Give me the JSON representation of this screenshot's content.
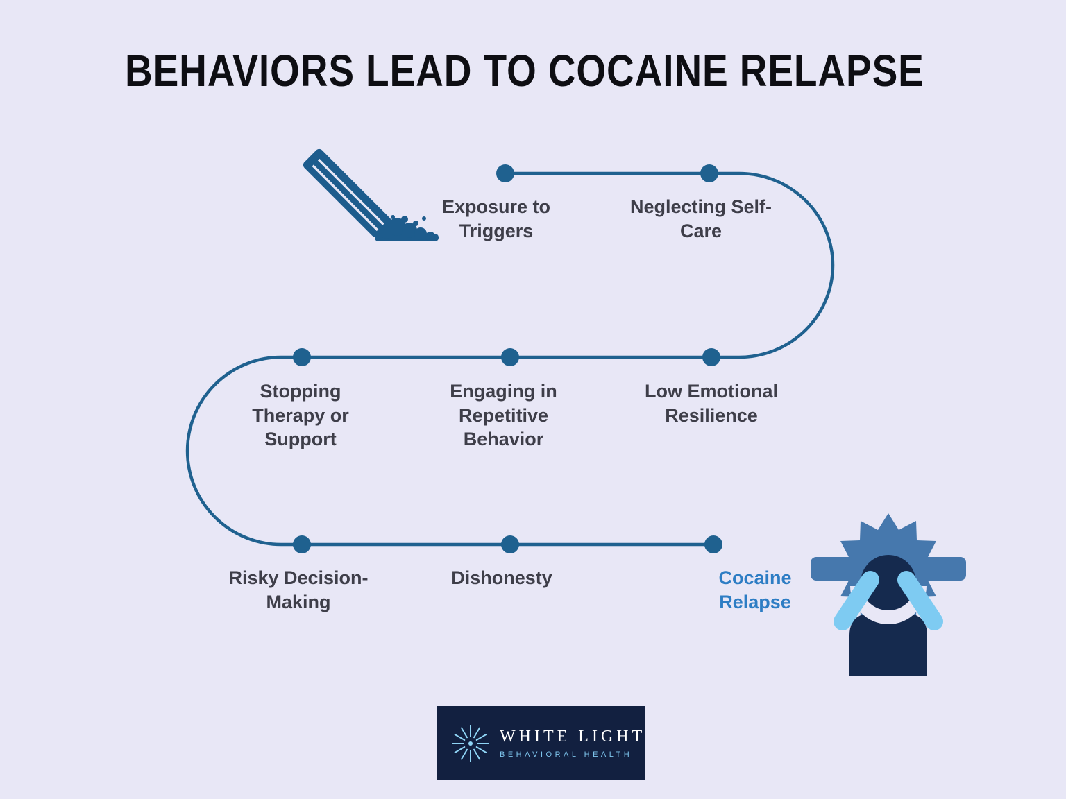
{
  "title": "BEHAVIORS LEAD TO COCAINE RELAPSE",
  "flow": {
    "steps": [
      {
        "label": "Exposure to Triggers",
        "highlight": false
      },
      {
        "label": "Neglecting Self-Care",
        "highlight": false
      },
      {
        "label": "Stopping Therapy or Support",
        "highlight": false
      },
      {
        "label": "Engaging in Repetitive Behavior",
        "highlight": false
      },
      {
        "label": "Low Emotional Resilience",
        "highlight": false
      },
      {
        "label": "Risky Decision-Making",
        "highlight": false
      },
      {
        "label": "Dishonesty",
        "highlight": false
      },
      {
        "label": "Cocaine Relapse",
        "highlight": true
      }
    ]
  },
  "icons": [
    {
      "name": "cocaine-straw-and-powder-icon"
    },
    {
      "name": "person-holding-head-icon"
    },
    {
      "name": "starburst-logo-icon"
    }
  ],
  "logo": {
    "name": "WHITE LIGHT",
    "tagline": "BEHAVIORAL HEALTH"
  },
  "colors": {
    "background": "#e8e7f6",
    "flow_line": "#1f618f",
    "label_text": "#3e3e49",
    "highlight_text": "#2d7dc4",
    "title_text": "#0e0e13",
    "logo_background": "#122040",
    "logo_accent": "#7fc6ee",
    "icon_light_blue": "#7ecbf2",
    "icon_mid_blue": "#4678ad",
    "icon_dark_navy": "#152a4e"
  }
}
